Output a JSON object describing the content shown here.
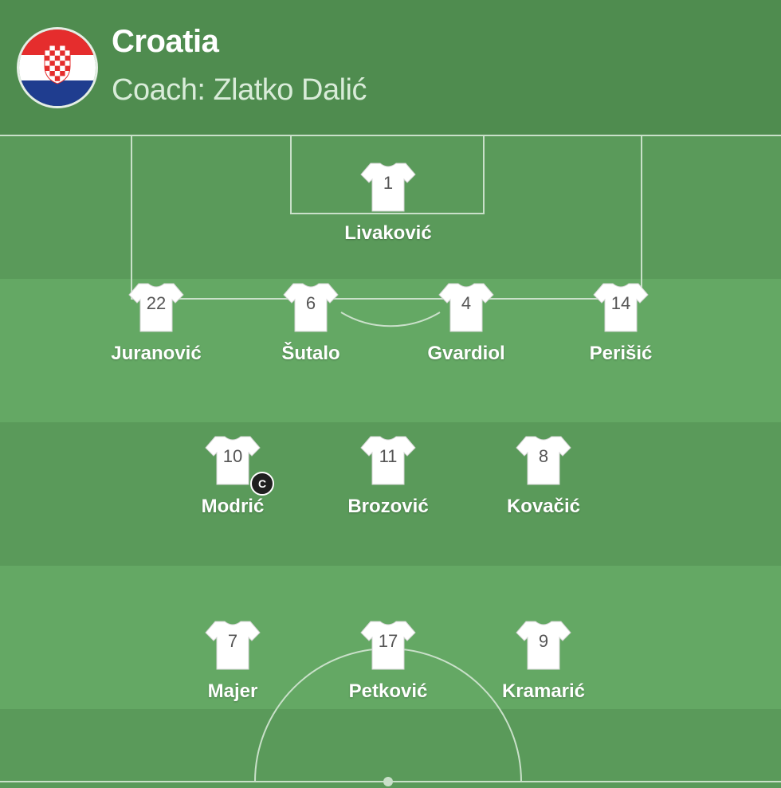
{
  "team": {
    "name": "Croatia",
    "coach": "Coach: Zlatko Dalić",
    "colors": {
      "flag_red": "#e52d2d",
      "flag_white": "#ffffff",
      "flag_blue": "#1f3d8f"
    }
  },
  "colors": {
    "header_bg": "#4f8c4f",
    "stripe_dark": "#5a9a5a",
    "stripe_light": "#64a864",
    "lines": "#c9e0c9",
    "captain_badge": "#1f1f1f"
  },
  "players": [
    {
      "number": "1",
      "name": "Livaković",
      "captain": false
    },
    {
      "number": "22",
      "name": "Juranović",
      "captain": false
    },
    {
      "number": "6",
      "name": "Šutalo",
      "captain": false
    },
    {
      "number": "4",
      "name": "Gvardiol",
      "captain": false
    },
    {
      "number": "14",
      "name": "Perišić",
      "captain": false
    },
    {
      "number": "10",
      "name": "Modrić",
      "captain": true,
      "captain_label": "C"
    },
    {
      "number": "11",
      "name": "Brozović",
      "captain": false
    },
    {
      "number": "8",
      "name": "Kovačić",
      "captain": false
    },
    {
      "number": "7",
      "name": "Majer",
      "captain": false
    },
    {
      "number": "17",
      "name": "Petković",
      "captain": false
    },
    {
      "number": "9",
      "name": "Kramarić",
      "captain": false
    }
  ]
}
